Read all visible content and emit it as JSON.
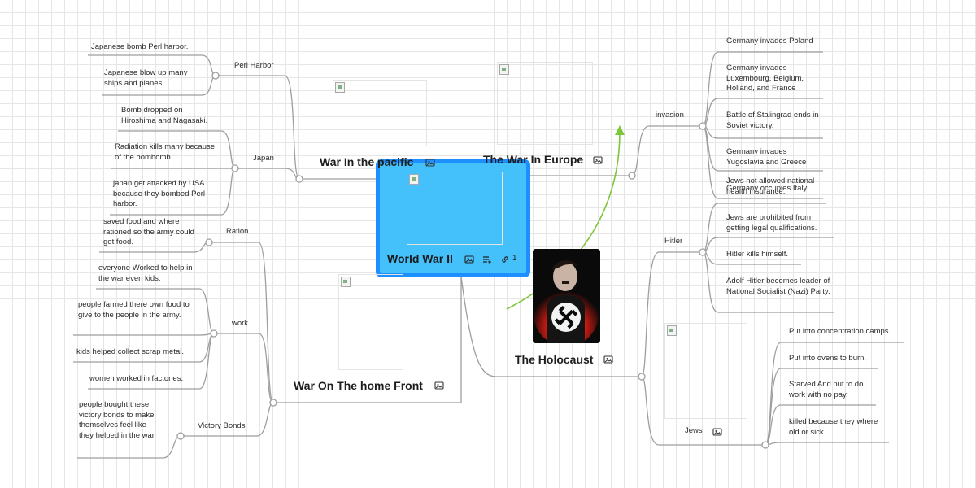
{
  "colors": {
    "center_fill": "#44c1fb",
    "center_border": "#1e8fff",
    "connector": "#9e9e9e",
    "relation_arrow": "#7dc63a",
    "grid": "#e6e6e6"
  },
  "center": {
    "title": "World War II",
    "link_count": "1",
    "icons": [
      "image-icon",
      "notes-icon",
      "link-icon"
    ]
  },
  "branches": {
    "pacific": {
      "title": "War In the pacific",
      "subtopics": [
        {
          "label": "Perl Harbor",
          "items": [
            "Japanese bomb Perl harbor.",
            "Japanese blow up many ships and planes."
          ]
        },
        {
          "label": "Japan",
          "items": [
            "Bomb dropped on Hiroshima and Nagasaki.",
            "Radiation kills many because of the bombomb.",
            "japan get attacked by USA because they bombed Perl harbor."
          ]
        }
      ]
    },
    "home_front": {
      "title": "War On The home Front",
      "subtopics": [
        {
          "label": "Ration",
          "items": [
            "saved food and where rationed so the army could get food."
          ]
        },
        {
          "label": "work",
          "items": [
            "everyone Worked to help in the war even kids.",
            "people farmed there own food to give to the people in the army.",
            "kids helped collect scrap metal.",
            "women worked in factories."
          ]
        },
        {
          "label": "Victory Bonds",
          "items": [
            "people bought these victory bonds to make themselves feel like they helped in the war"
          ]
        }
      ]
    },
    "europe": {
      "title": "The War In Europe",
      "subtopics": [
        {
          "label": "invasion",
          "items": [
            "Germany invades Poland",
            "Germany invades Luxembourg, Belgium, Holland, and France",
            "Battle of Stalingrad ends in Soviet victory.",
            "Germany invades Yugoslavia and Greece",
            "Germany occupies Italy"
          ]
        }
      ]
    },
    "holocaust": {
      "title": "The Holocaust",
      "subtopics": [
        {
          "label": "Hitler",
          "items": [
            "Jews not allowed national health insurance.",
            "Jews are prohibited from getting legal qualifications.",
            "Hitler kills himself.",
            "Adolf Hitler becomes leader of National Socialist (Nazi) Party."
          ]
        },
        {
          "label": "Jews",
          "items": [
            "Put into concentration camps.",
            "Put into ovens to burn.",
            "Starved And put to do work with no pay.",
            "killed because they where old or sick."
          ]
        }
      ]
    }
  }
}
